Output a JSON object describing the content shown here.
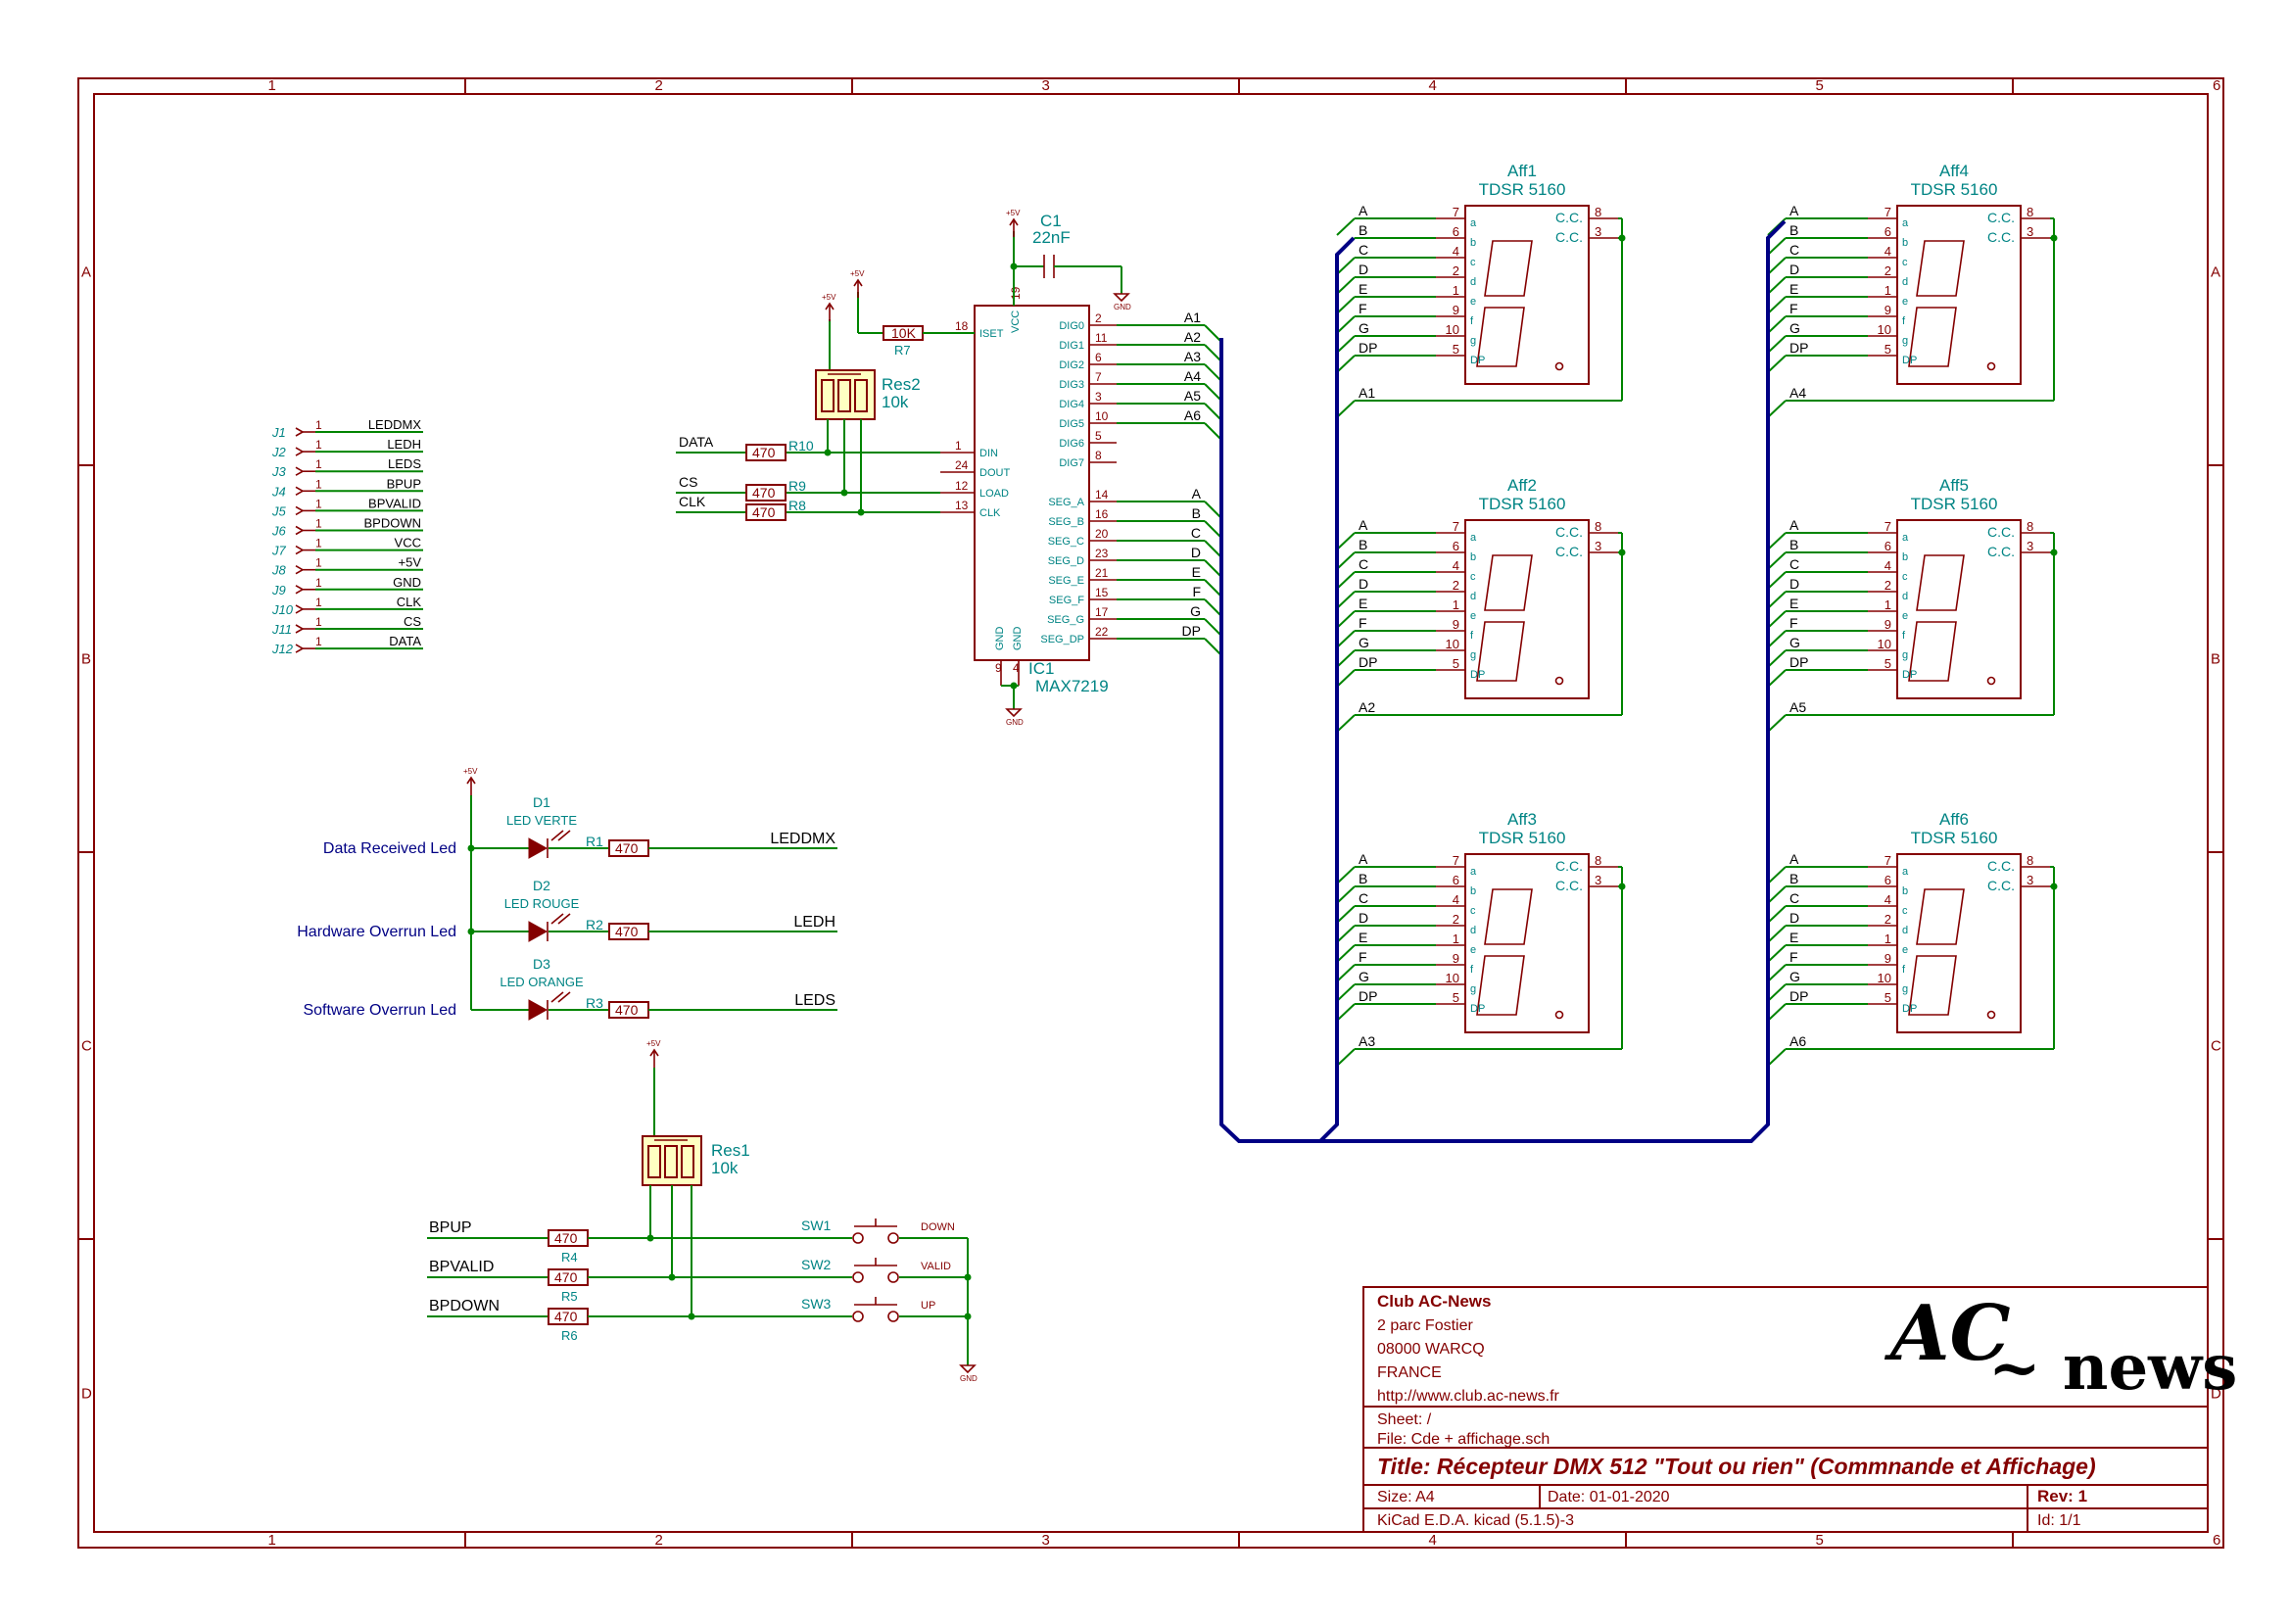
{
  "frame": {
    "cols": [
      "1",
      "2",
      "3",
      "4",
      "5",
      "6"
    ],
    "rows": [
      "A",
      "B",
      "C",
      "D"
    ]
  },
  "title_block": {
    "company": "Club AC-News",
    "address1": "2 parc Fostier",
    "address2": "08000 WARCQ",
    "country": "FRANCE",
    "website": "http://www.club.ac-news.fr",
    "sheet": "Sheet: /",
    "file": "File: Cde + affichage.sch",
    "title": "Title: Récepteur DMX 512 \"Tout ou rien\" (Commnande et Affichage)",
    "size": "Size: A4",
    "date": "Date: 01-01-2020",
    "rev": "Rev: 1",
    "tool": "KiCad E.D.A.  kicad (5.1.5)-3",
    "id": "Id: 1/1",
    "logo_text_ac": "AC",
    "logo_text_news": "~ news"
  },
  "connectors": [
    {
      "ref": "J1",
      "pin": "1",
      "net": "LEDDMX"
    },
    {
      "ref": "J2",
      "pin": "1",
      "net": "LEDH"
    },
    {
      "ref": "J3",
      "pin": "1",
      "net": "LEDS"
    },
    {
      "ref": "J4",
      "pin": "1",
      "net": "BPUP"
    },
    {
      "ref": "J5",
      "pin": "1",
      "net": "BPVALID"
    },
    {
      "ref": "J6",
      "pin": "1",
      "net": "BPDOWN"
    },
    {
      "ref": "J7",
      "pin": "1",
      "net": "VCC"
    },
    {
      "ref": "J8",
      "pin": "1",
      "net": "+5V"
    },
    {
      "ref": "J9",
      "pin": "1",
      "net": "GND"
    },
    {
      "ref": "J10",
      "pin": "1",
      "net": "CLK"
    },
    {
      "ref": "J11",
      "pin": "1",
      "net": "CS"
    },
    {
      "ref": "J12",
      "pin": "1",
      "net": "DATA"
    }
  ],
  "ic1": {
    "ref": "IC1",
    "value": "MAX7219",
    "left_pins": [
      {
        "name": "ISET",
        "num": "18"
      },
      {
        "name": "DIN",
        "num": "1"
      },
      {
        "name": "DOUT",
        "num": "24"
      },
      {
        "name": "LOAD",
        "num": "12"
      },
      {
        "name": "CLK",
        "num": "13"
      }
    ],
    "right_pins": [
      {
        "name": "DIG0",
        "num": "2",
        "net": "A1"
      },
      {
        "name": "DIG1",
        "num": "11",
        "net": "A2"
      },
      {
        "name": "DIG2",
        "num": "6",
        "net": "A3"
      },
      {
        "name": "DIG3",
        "num": "7",
        "net": "A4"
      },
      {
        "name": "DIG4",
        "num": "3",
        "net": "A5"
      },
      {
        "name": "DIG5",
        "num": "10",
        "net": "A6"
      },
      {
        "name": "DIG6",
        "num": "5",
        "net": ""
      },
      {
        "name": "DIG7",
        "num": "8",
        "net": ""
      },
      {
        "name": "SEG_A",
        "num": "14",
        "net": "A"
      },
      {
        "name": "SEG_B",
        "num": "16",
        "net": "B"
      },
      {
        "name": "SEG_C",
        "num": "20",
        "net": "C"
      },
      {
        "name": "SEG_D",
        "num": "23",
        "net": "D"
      },
      {
        "name": "SEG_E",
        "num": "21",
        "net": "E"
      },
      {
        "name": "SEG_F",
        "num": "15",
        "net": "F"
      },
      {
        "name": "SEG_G",
        "num": "17",
        "net": "G"
      },
      {
        "name": "SEG_DP",
        "num": "22",
        "net": "DP"
      }
    ],
    "vcc_name": "VCC",
    "vcc_num": "19",
    "gnd_name": "GND",
    "gnd_nums": [
      "9",
      "4"
    ]
  },
  "c1": {
    "ref": "C1",
    "value": "22nF"
  },
  "r7": {
    "ref": "R7",
    "value": "10K"
  },
  "res2": {
    "ref": "Res2",
    "value": "10k"
  },
  "res1": {
    "ref": "Res1",
    "value": "10k"
  },
  "input_resistors": [
    {
      "ref": "R10",
      "value": "470",
      "net": "DATA"
    },
    {
      "ref": "R9",
      "value": "470",
      "net": "CS"
    },
    {
      "ref": "R8",
      "value": "470",
      "net": "CLK"
    }
  ],
  "power": {
    "p5v": "+5V",
    "gnd": "GND"
  },
  "leds": [
    {
      "ref": "D1",
      "value": "LED VERTE",
      "res": "R1",
      "res_value": "470",
      "net": "LEDDMX",
      "label": "Data Received Led"
    },
    {
      "ref": "D2",
      "value": "LED ROUGE",
      "res": "R2",
      "res_value": "470",
      "net": "LEDH",
      "label": "Hardware Overrun Led"
    },
    {
      "ref": "D3",
      "value": "LED ORANGE",
      "res": "R3",
      "res_value": "470",
      "net": "LEDS",
      "label": "Software Overrun Led"
    }
  ],
  "buttons": [
    {
      "net": "BPUP",
      "res": "R4",
      "res_value": "470",
      "sw": "SW1",
      "sw_label": "DOWN"
    },
    {
      "net": "BPVALID",
      "res": "R5",
      "res_value": "470",
      "sw": "SW2",
      "sw_label": "VALID"
    },
    {
      "net": "BPDOWN",
      "res": "R6",
      "res_value": "470",
      "sw": "SW3",
      "sw_label": "UP"
    }
  ],
  "displays": [
    {
      "ref": "Aff1",
      "value": "TDSR 5160",
      "digit": "A1"
    },
    {
      "ref": "Aff2",
      "value": "TDSR 5160",
      "digit": "A2"
    },
    {
      "ref": "Aff3",
      "value": "TDSR 5160",
      "digit": "A3"
    },
    {
      "ref": "Aff4",
      "value": "TDSR 5160",
      "digit": "A4"
    },
    {
      "ref": "Aff5",
      "value": "TDSR 5160",
      "digit": "A5"
    },
    {
      "ref": "Aff6",
      "value": "TDSR 5160",
      "digit": "A6"
    }
  ],
  "display_pins": [
    {
      "net": "A",
      "num": "7",
      "seg": "a"
    },
    {
      "net": "B",
      "num": "6",
      "seg": "b"
    },
    {
      "net": "C",
      "num": "4",
      "seg": "c"
    },
    {
      "net": "D",
      "num": "2",
      "seg": "d"
    },
    {
      "net": "E",
      "num": "1",
      "seg": "e"
    },
    {
      "net": "F",
      "num": "9",
      "seg": "f"
    },
    {
      "net": "G",
      "num": "10",
      "seg": "g"
    },
    {
      "net": "DP",
      "num": "5",
      "seg": "DP"
    }
  ],
  "display_cc": [
    {
      "name": "C.C.",
      "num": "8"
    },
    {
      "name": "C.C.",
      "num": "3"
    }
  ]
}
